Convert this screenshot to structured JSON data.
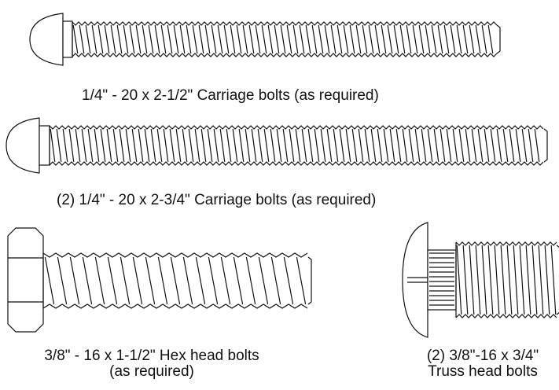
{
  "diagram": {
    "line_color": "#111111",
    "parts": [
      {
        "id": "carriage-short",
        "head": "carriage",
        "label": "1/4\" - 20 x 2-1/2\" Carriage bolts (as required)"
      },
      {
        "id": "carriage-long",
        "head": "carriage",
        "label": "(2) 1/4\" - 20 x 2-3/4\" Carriage bolts (as required)"
      },
      {
        "id": "hex",
        "head": "hex",
        "label_line1": "3/8\" - 16 x 1-1/2\" Hex head bolts",
        "label_line2": "(as required)"
      },
      {
        "id": "truss",
        "head": "truss",
        "label_line1": "(2) 3/8\"-16 x 3/4\"",
        "label_line2": "Truss head bolts"
      }
    ]
  }
}
